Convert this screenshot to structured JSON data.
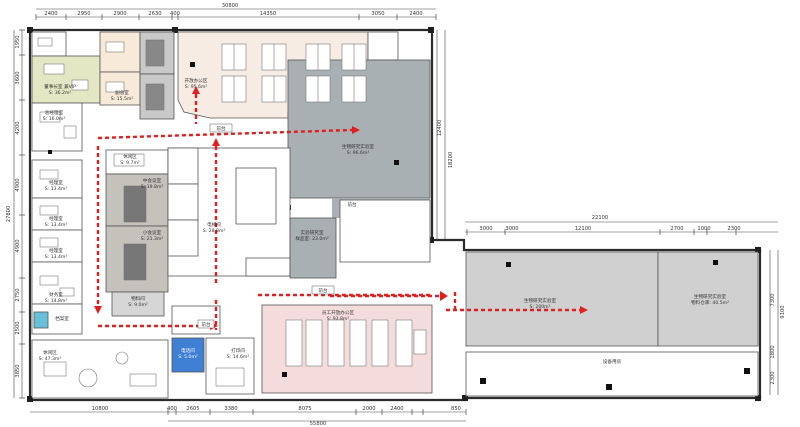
{
  "dimensions": {
    "top_total": "30800",
    "top": [
      "2400",
      "2950",
      "2900",
      "2630",
      "400",
      "14350",
      "3050",
      "2400"
    ],
    "left_total": "27800",
    "left": [
      "1950",
      "3600",
      "4200",
      "4900",
      "4900",
      "2750",
      "2500",
      "3850"
    ],
    "right_top": [
      "12400",
      "18200"
    ],
    "right_lower_total": "22100",
    "right_lower": [
      "3000",
      "3000",
      "12100",
      "2700",
      "1000",
      "2300"
    ],
    "right_side": [
      "7300",
      "9100",
      "1800",
      "2300"
    ],
    "bottom": [
      "400",
      "2605",
      "3380",
      "8075",
      "2000",
      "2400",
      "850"
    ],
    "bottom_left": "10800",
    "bottom_total": "55800"
  },
  "rooms": [
    {
      "id": "ceo-office",
      "text": "董事长室 兼VIP",
      "area": "S: 36.2m²",
      "fill": "#e4e7c3"
    },
    {
      "id": "manager-office-1",
      "text": "总经理室",
      "area": "S: 16.0m²",
      "fill": "#ffffff"
    },
    {
      "id": "manager-office-2",
      "text": "副总室",
      "area": "S: 15.5m²",
      "fill": "#f8ead8"
    },
    {
      "id": "open-office-top",
      "text": "开放办公区",
      "area": "S: 95.6m²",
      "fill": "#f7ece4"
    },
    {
      "id": "lab-top-right",
      "text": "生物研究实验室",
      "area": "S: 96.6m²",
      "fill": "#a9b0b3"
    },
    {
      "id": "reception",
      "text": "前台",
      "area": "",
      "fill": "#ffffff"
    },
    {
      "id": "lounge",
      "text": "休闲区",
      "area": "S: 9.7m²",
      "fill": "#ffffff"
    },
    {
      "id": "meeting-mid",
      "text": "中会议室",
      "area": "S: 19.8m²",
      "fill": "#c5c1bb"
    },
    {
      "id": "meeting-small",
      "text": "小会议室",
      "area": "S: 21.3m²",
      "fill": "#c5c1bb"
    },
    {
      "id": "storage",
      "text": "物料间",
      "area": "S: 9.0m²",
      "fill": "#d6d6d6"
    },
    {
      "id": "manager-3",
      "text": "经理室",
      "area": "S: 13.4m²",
      "fill": "#ffffff"
    },
    {
      "id": "manager-4",
      "text": "经理室",
      "area": "S: 13.4m²",
      "fill": "#ffffff"
    },
    {
      "id": "manager-5",
      "text": "经理室",
      "area": "S: 13.4m²",
      "fill": "#ffffff"
    },
    {
      "id": "finance",
      "text": "财务室",
      "area": "S: 14.8m²",
      "fill": "#ffffff"
    },
    {
      "id": "archive",
      "text": "档案室",
      "area": "",
      "fill": "#ffffff"
    },
    {
      "id": "rest-area",
      "text": "休闲区",
      "area": "S: 47.3m²",
      "fill": "#ffffff"
    },
    {
      "id": "core",
      "text": "电梯间",
      "area": "S: 28.8m²",
      "fill": "#ffffff"
    },
    {
      "id": "sample-lab",
      "text": "实验研究室",
      "area": "样品室: 23.0m²",
      "fill": "#a9b0b3"
    },
    {
      "id": "open-office-bottom",
      "text": "员工开放办公区",
      "area": "S: 93.8m²",
      "fill": "#f5dcdc"
    },
    {
      "id": "phone-room",
      "text": "电话间",
      "area": "S: 5.0m²",
      "fill": "#3f7fd4"
    },
    {
      "id": "print-room",
      "text": "打印间",
      "area": "S: 14.6m²",
      "fill": "#ffffff"
    },
    {
      "id": "lab-right-1",
      "text": "生物研究实验室",
      "area": "S: 200m²",
      "fill": "#d0d0d0"
    },
    {
      "id": "lab-right-2",
      "text": "生物研究实验室",
      "area": "物料仓库: 40.5m²",
      "fill": "#d0d0d0"
    },
    {
      "id": "equipment",
      "text": "设备用房",
      "area": "",
      "fill": "#ffffff"
    }
  ],
  "markers": [
    "前台",
    "前台",
    "前台"
  ]
}
